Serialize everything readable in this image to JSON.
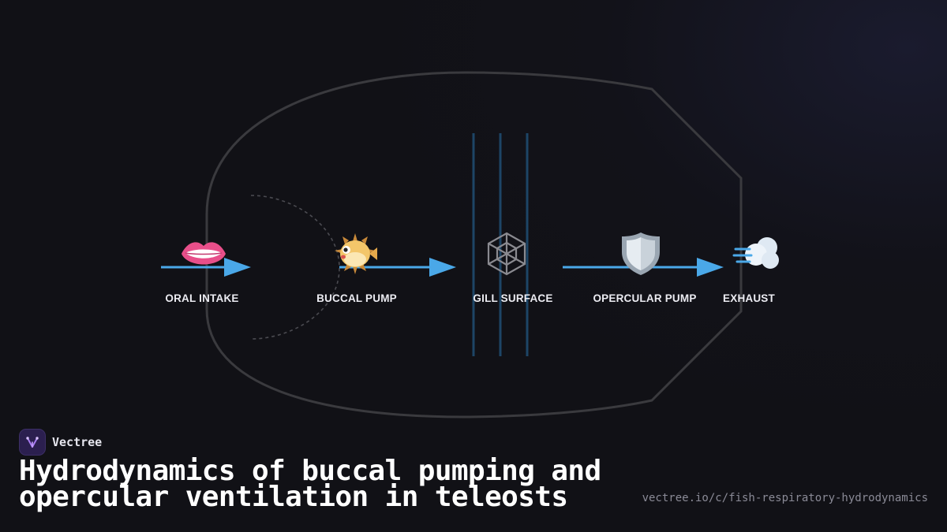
{
  "diagram": {
    "stages": [
      {
        "label": "ORAL INTAKE",
        "icon": "mouth-icon"
      },
      {
        "label": "BUCCAL PUMP",
        "icon": "pufferfish-icon"
      },
      {
        "label": "GILL SURFACE",
        "icon": "web-icon"
      },
      {
        "label": "OPERCULAR PUMP",
        "icon": "shield-icon"
      },
      {
        "label": "EXHAUST",
        "icon": "dash-symbol-icon"
      }
    ],
    "colors": {
      "arrow": "#4aa8e8",
      "gill_lines": "#1d4566",
      "outline": "#3a3a3e"
    }
  },
  "brand": {
    "name": "Vectree"
  },
  "title": "Hydrodynamics of buccal pumping and opercular ventilation in teleosts",
  "url": "vectree.io/c/fish-respiratory-hydrodynamics"
}
